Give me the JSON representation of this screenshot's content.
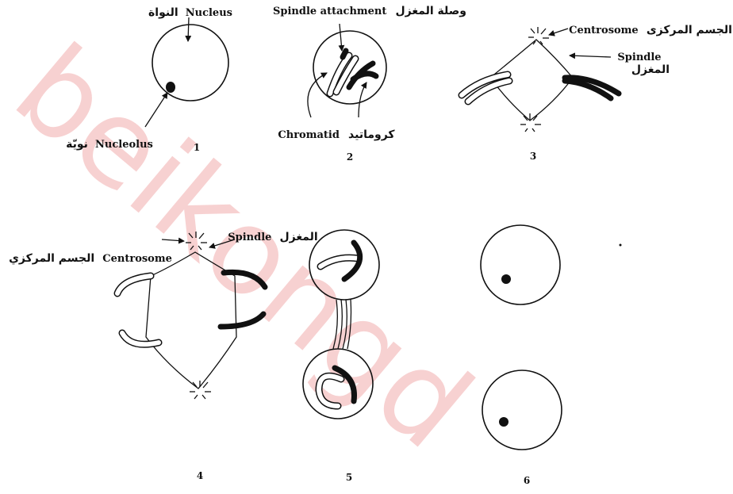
{
  "watermark": "beikongd",
  "labels": {
    "nucleus": "Nucleus",
    "nucleus_ar": "النواة",
    "nucleolus": "Nucleolus",
    "nucleolus_ar": "نويّة",
    "spindle_attachment": "Spindle attachment",
    "spindle_attachment_ar": "وصلة المغزل",
    "chromatid": "Chromatid",
    "chromatid_ar": "كروماتيد",
    "centrosome": "Centrosome",
    "centrosome_ar": "الجسم المركزي",
    "centrosome_ar_3": "الجسم المركزى",
    "spindle": "Spindle",
    "spindle_ar": "المغزل"
  },
  "stages": [
    "1",
    "2",
    "3",
    "4",
    "5",
    "6"
  ]
}
